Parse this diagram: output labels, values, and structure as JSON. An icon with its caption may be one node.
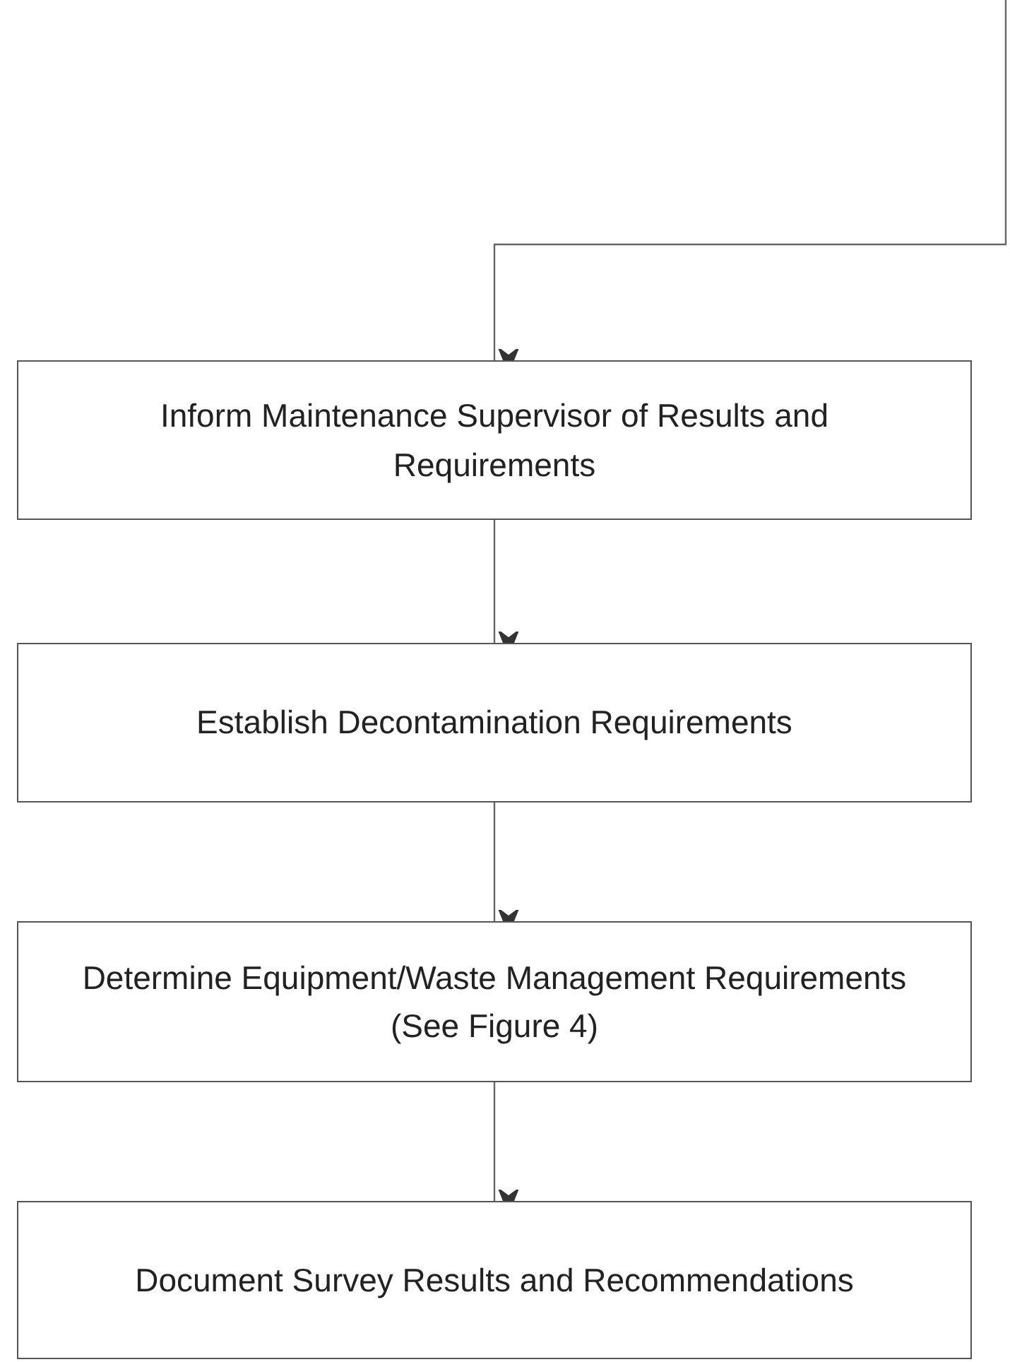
{
  "diagram": {
    "nodes": [
      {
        "text": [
          "Inform Maintenance Supervisor of Results and Requirements"
        ]
      },
      {
        "text": [
          "Establish Decontamination Requirements"
        ]
      },
      {
        "text": [
          "Determine Equipment/Waste Management Requirements  (See Figure 4)"
        ]
      },
      {
        "text": [
          "Document Survey Results and Recommendations"
        ]
      }
    ],
    "edges": [
      {
        "from": null,
        "to": 0,
        "arrow": "to"
      },
      {
        "from": 0,
        "to": 1,
        "arrow": "to"
      },
      {
        "from": 1,
        "to": 2,
        "arrow": "to"
      },
      {
        "from": 2,
        "to": 3,
        "arrow": "to"
      }
    ]
  }
}
